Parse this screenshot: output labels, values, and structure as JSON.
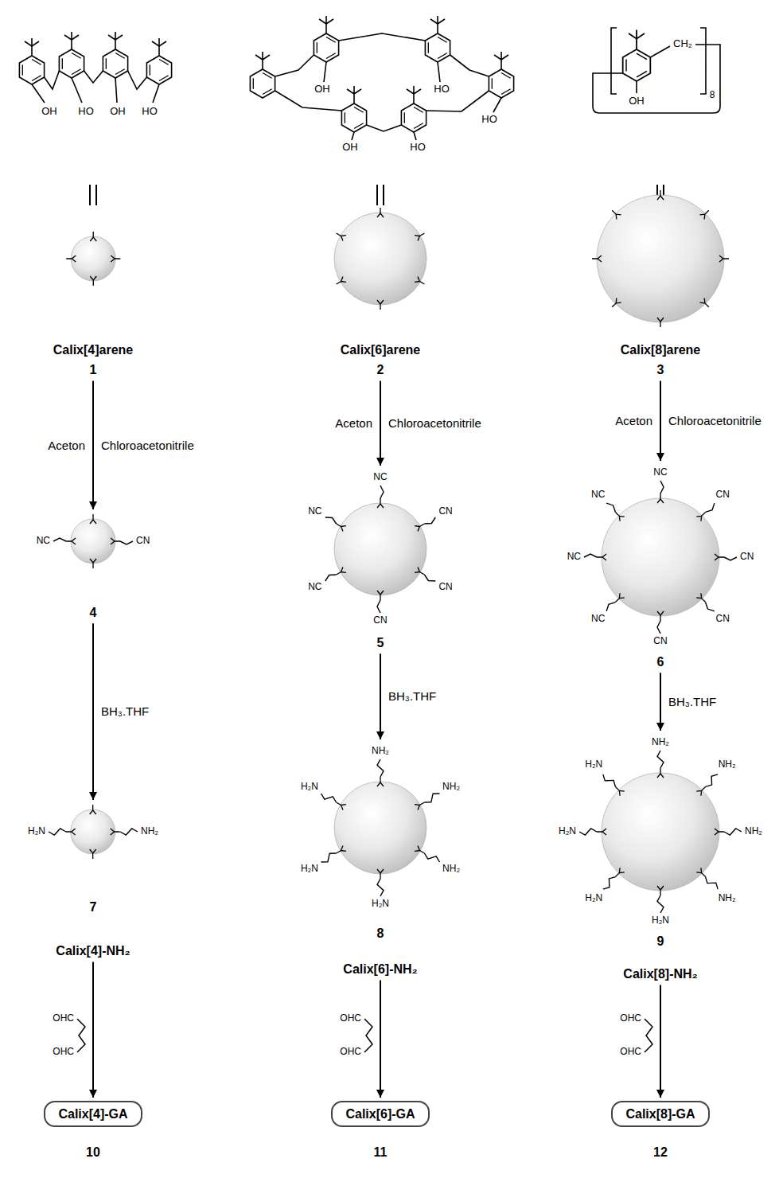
{
  "diagram": {
    "nodes": [
      {
        "text": [
          "Calix[4]arene",
          "1"
        ]
      },
      {
        "text": [
          "Calix[6]arene",
          "2"
        ]
      },
      {
        "text": [
          "Calix[8]arene",
          "3"
        ]
      },
      {
        "text": [
          "4"
        ]
      },
      {
        "text": [
          "5"
        ]
      },
      {
        "text": [
          "6"
        ]
      },
      {
        "text": [
          "7",
          "Calix[4]-NH₂"
        ]
      },
      {
        "text": [
          "8",
          "Calix[6]-NH₂"
        ]
      },
      {
        "text": [
          "9",
          "Calix[8]-NH₂"
        ]
      },
      {
        "text": [
          "Calix[4]-GA",
          "10"
        ]
      },
      {
        "text": [
          "Calix[6]-GA",
          "11"
        ]
      },
      {
        "text": [
          "Calix[8]-GA",
          "12"
        ]
      }
    ],
    "edges": [
      {
        "from": 0,
        "to": 3,
        "arrow": "to",
        "label": "Chloroacetonitrile"
      },
      {
        "from": 1,
        "to": 4,
        "arrow": "to",
        "label": "Chloroacetonitrile"
      },
      {
        "from": 2,
        "to": 5,
        "arrow": "to",
        "label": "Chloroacetonitrile"
      },
      {
        "from": 3,
        "to": 6,
        "arrow": "to",
        "label": "BH₃.THF"
      },
      {
        "from": 4,
        "to": 7,
        "arrow": "to",
        "label": "BH₃.THF"
      },
      {
        "from": 5,
        "to": 8,
        "arrow": "to",
        "label": "BH₃.THF"
      },
      {
        "from": 6,
        "to": 9,
        "arrow": "to"
      },
      {
        "from": 7,
        "to": 10,
        "arrow": "to"
      },
      {
        "from": 8,
        "to": 11,
        "arrow": "to"
      }
    ],
    "labels": [
      "OH",
      "HO",
      "OH",
      "HO",
      "OH",
      "HO",
      "HO",
      "OH",
      "HO",
      "CH₂",
      "OH",
      "8",
      "Aceton",
      "Aceton",
      "Aceton",
      "NC",
      "CN",
      "NC",
      "CN",
      "CN",
      "CN",
      "NC",
      "NC",
      "NC",
      "CN",
      "CN",
      "CN",
      "CN",
      "NC",
      "NC",
      "NC",
      "H₂N",
      "NH₂",
      "NH₂",
      "NH₂",
      "NH₂",
      "H₂N",
      "H₂N",
      "H₂N",
      "NH₂",
      "NH₂",
      "NH₂",
      "NH₂",
      "H₂N",
      "H₂N",
      "H₂N",
      "H₂N",
      "OHC",
      "OHC",
      "OHC",
      "OHC",
      "OHC",
      "OHC"
    ]
  }
}
